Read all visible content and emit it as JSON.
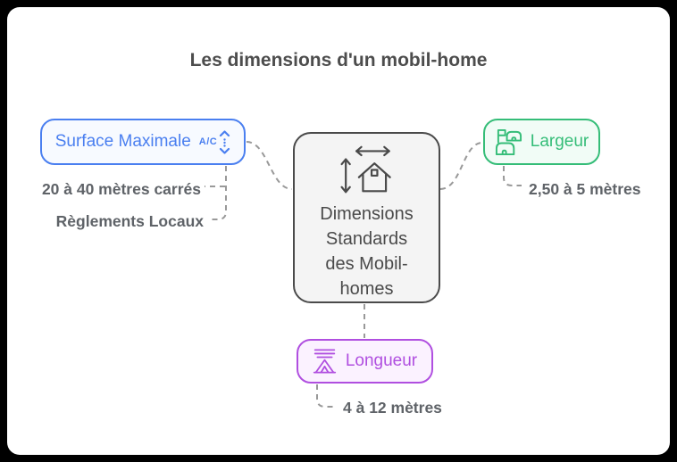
{
  "title": "Les dimensions d'un mobil-home",
  "central_node": {
    "label": "Dimensions Standards des Mobil-homes",
    "icon": "house-dimensions-icon"
  },
  "nodes": {
    "surface": {
      "label": "Surface Maximale",
      "icon": "height-adjust-icon",
      "icon_label": "A/C",
      "color": "#4a7ff0",
      "fill": "#f7faff",
      "children": {
        "range": "20 à 40 mètres carrés",
        "regulation": "Règlements Locaux"
      }
    },
    "largeur": {
      "label": "Largeur",
      "icon": "campground-icon",
      "color": "#35bd78",
      "fill": "#f1fcf6",
      "children": {
        "range": "2,50 à 5 mètres"
      }
    },
    "longueur": {
      "label": "Longueur",
      "icon": "tent-icon",
      "color": "#b04fe0",
      "fill": "#fbf2ff",
      "children": {
        "range": "4 à 12 mètres"
      }
    }
  },
  "colors": {
    "central_border": "#4a4a4a",
    "central_fill": "#f4f4f4",
    "title_text": "#4d4d4d",
    "sublabel_text": "#5f6368",
    "connector": "#999999",
    "page_background": "#ffffff",
    "outer_background": "#000000"
  }
}
